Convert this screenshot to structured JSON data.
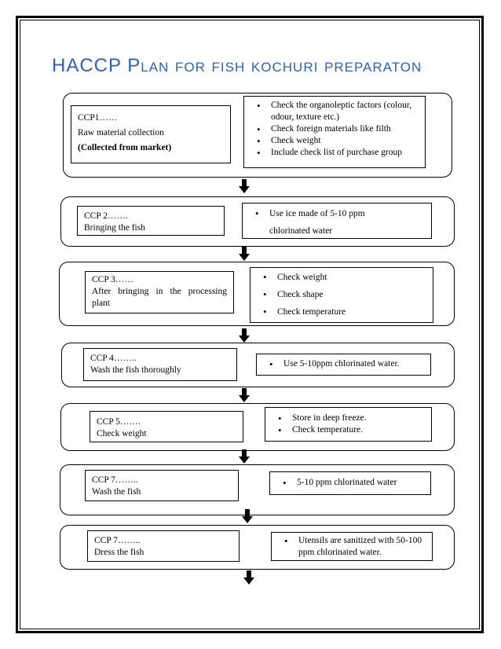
{
  "title": "HACCP Plan for fish kochuri preparaton",
  "steps": [
    {
      "left": [
        "CCP1……",
        "Raw material collection",
        "(Collected from market)"
      ],
      "right": [
        "Check the organoleptic factors (colour, odour, texture etc.)",
        "Check foreign materials like filth",
        "Check weight",
        "Include check list of purchase group"
      ]
    },
    {
      "left": [
        "CCP 2…….",
        "Bringing the fish"
      ],
      "right": [
        "Use ice made of 5-10 ppm chlorinated water"
      ]
    },
    {
      "left": [
        "CCP 3……",
        "After bringing in the processing plant"
      ],
      "right": [
        "Check weight",
        "Check shape",
        "Check temperature"
      ]
    },
    {
      "left": [
        "CCP 4……..",
        "Wash the fish thoroughly"
      ],
      "right": [
        "Use 5-10ppm chlorinated water."
      ]
    },
    {
      "left": [
        "CCP 5…….",
        "Check weight"
      ],
      "right": [
        "Store in deep freeze.",
        "Check temperature."
      ]
    },
    {
      "left": [
        "CCP 7……..",
        "Wash the fish"
      ],
      "right": [
        "5-10 ppm chlorinated water"
      ]
    },
    {
      "left": [
        "CCP 7……..",
        "Dress the fish"
      ],
      "right": [
        "Utensils are sanitized with 50-100 ppm chlorinated water."
      ]
    }
  ]
}
